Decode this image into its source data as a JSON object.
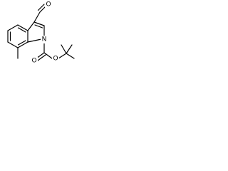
{
  "structure": {
    "atoms": {
      "oxygen_aldehyde": "O",
      "nitrogen": "N",
      "oxygen_carbonyl": "O",
      "oxygen_ester": "O"
    },
    "colors": {
      "bond": "#000000",
      "background": "#ffffff"
    }
  }
}
